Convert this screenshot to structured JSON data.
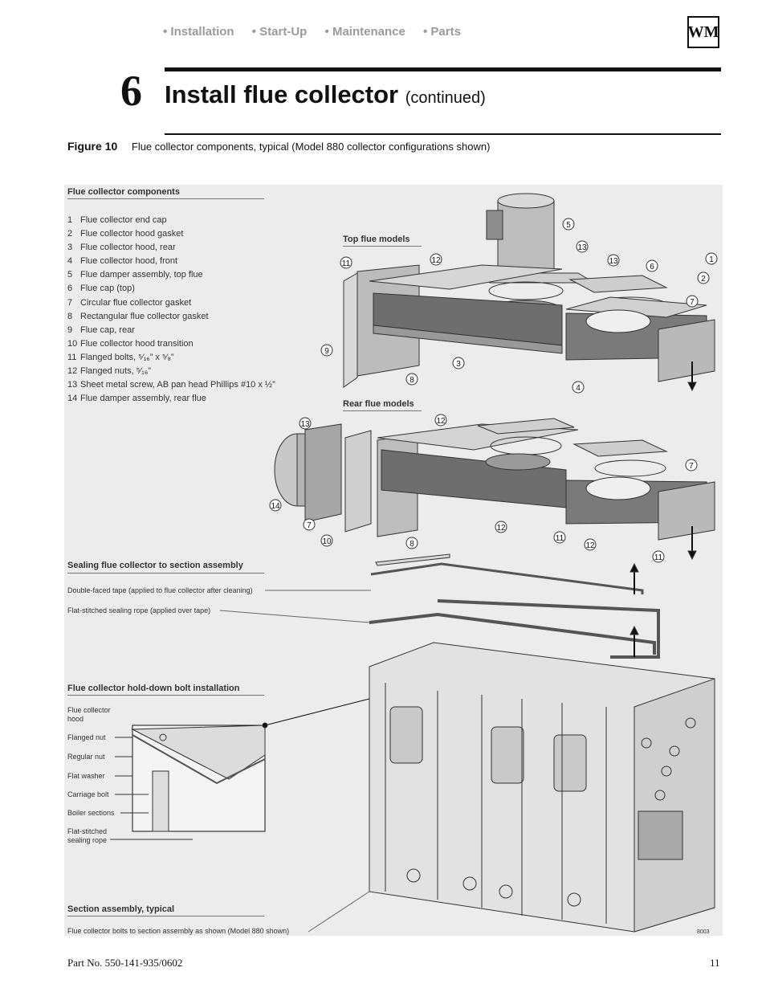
{
  "nav": [
    "• Installation",
    "• Start-Up",
    "• Maintenance",
    "• Parts"
  ],
  "logo": "WM",
  "section_number": "6",
  "title": "Install flue collector",
  "title_suffix": "(continued)",
  "figure": {
    "label": "Figure 10",
    "caption": "Flue collector components, typical (Model 880 collector configurations shown)",
    "components_heading": "Flue collector components",
    "components": [
      {
        "num": "1",
        "text": "Flue collector end cap"
      },
      {
        "num": "2",
        "text": "Flue collector hood gasket"
      },
      {
        "num": "3",
        "text": "Flue collector hood, rear"
      },
      {
        "num": "4",
        "text": "Flue collector hood, front"
      },
      {
        "num": "5",
        "text": "Flue damper assembly, top flue"
      },
      {
        "num": "6",
        "text": "Flue cap (top)"
      },
      {
        "num": "7",
        "text": "Circular flue collector gasket"
      },
      {
        "num": "8",
        "text": "Rectangular flue collector gasket"
      },
      {
        "num": "9",
        "text": "Flue cap, rear"
      },
      {
        "num": "10",
        "text": "Flue collector hood transition"
      },
      {
        "num": "11",
        "text": "Flanged bolts, ⁵⁄₁₆” x ⁵⁄₈”"
      },
      {
        "num": "12",
        "text": "Flanged nuts, ⁵⁄₁₆”"
      },
      {
        "num": "13",
        "text": "Sheet metal screw, AB pan head Phillips #10 x ½”"
      },
      {
        "num": "14",
        "text": "Flue damper assembly, rear flue"
      }
    ],
    "top_flue_heading": "Top flue models",
    "rear_flue_heading": "Rear flue models",
    "sealing_heading": "Sealing flue collector to section assembly",
    "sealing_tape": "Double-faced tape (applied to flue collector after cleaning)",
    "sealing_rope": "Flat-stitched sealing rope (applied over tape)",
    "holddown_heading": "Flue collector hold-down bolt installation",
    "holddown_labels": [
      "Flue collector",
      "hood",
      "Flanged nut",
      "Regular nut",
      "Flat washer",
      "Carriage bolt",
      "Boiler sections",
      "Flat-stitched",
      "sealing rope"
    ],
    "section_heading": "Section assembly, typical",
    "section_note": "Flue collector bolts to section assembly as shown (Model 880 shown)",
    "drawing_code": "8003",
    "callouts_top": [
      "5",
      "13",
      "13",
      "11",
      "12",
      "6",
      "1",
      "2",
      "7",
      "9",
      "3",
      "8",
      "4"
    ],
    "callouts_rear": [
      "13",
      "12",
      "7",
      "14",
      "7",
      "10",
      "8",
      "12",
      "11",
      "12",
      "11"
    ]
  },
  "footer": {
    "part_no": "Part No. 550-141-935/0602",
    "page": "11"
  },
  "colors": {
    "nav": "#9a9a9a",
    "figure_bg": "#ececec",
    "metal_dark": "#6e6e6e",
    "metal_light": "#d8d8d8"
  }
}
